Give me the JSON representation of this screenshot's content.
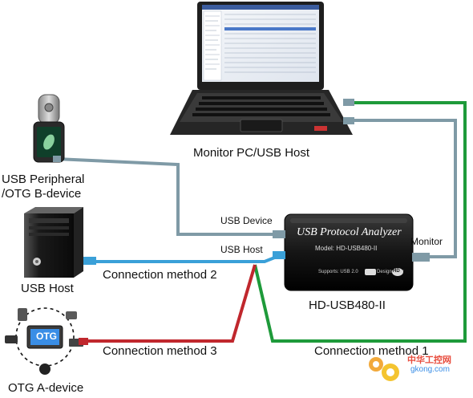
{
  "labels": {
    "monitor_pc": "Monitor PC/USB Host",
    "usb_peripheral_line1": "USB Peripheral",
    "usb_peripheral_line2": "/OTG B-device",
    "usb_host": "USB Host",
    "otg_a_device": "OTG A-device",
    "analyzer_name": "HD-USB480-II",
    "port_usb_device": "USB Device",
    "port_usb_host": "USB Host",
    "port_monitor": "Monitor",
    "method_1": "Connection method 1",
    "method_2": "Connection method 2",
    "method_3": "Connection method 3"
  },
  "analyzer": {
    "title": "USB Protocol Analyzer",
    "model": "Model: HD-USB480-II",
    "support": "Supports: USB 2.0",
    "designed_by": "Designed by",
    "logo_text": "HD"
  },
  "otg_label": "OTG",
  "watermark": {
    "line1": "中华工控网",
    "line2": "gkong.com"
  },
  "colors": {
    "gray_cable": "#7f9aa6",
    "blue_cable": "#3aa0d8",
    "red_cable": "#c0272d",
    "green_cable": "#1e9a3a",
    "device_body": "#1c1c1c"
  }
}
